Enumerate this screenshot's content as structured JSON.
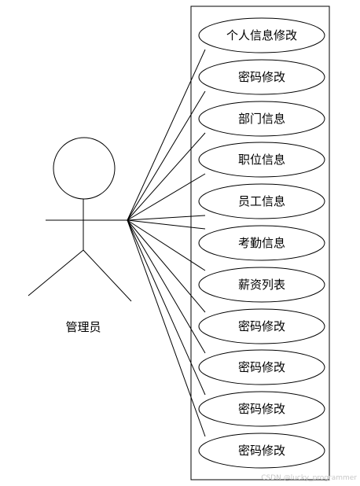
{
  "actor": {
    "label": "管理员"
  },
  "use_cases": [
    "个人信息修改",
    "密码修改",
    "部门信息",
    "职位信息",
    "员工信息",
    "考勤信息",
    "薪资列表",
    "密码修改",
    "密码修改",
    "密码修改",
    "密码修改"
  ],
  "watermark": "CSDN @lucky_programmer",
  "colors": {
    "line": "#000000",
    "background": "#ffffff",
    "watermark": "#c8c8c8"
  }
}
